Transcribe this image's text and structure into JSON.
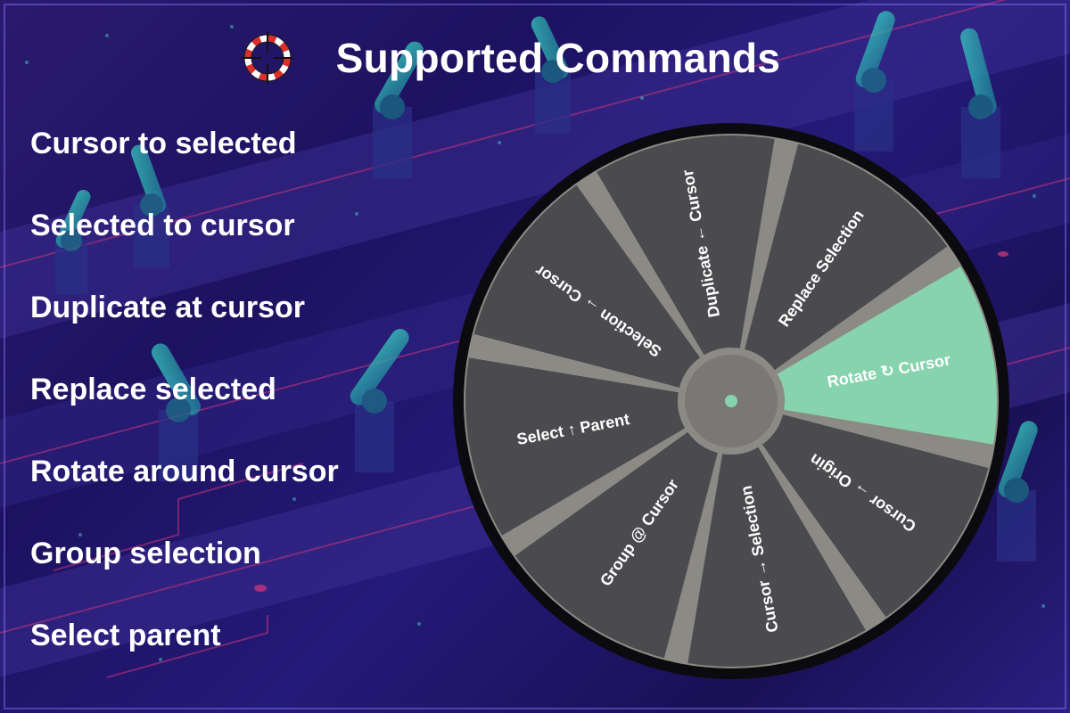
{
  "title": "Supported Commands",
  "logo_icon": "cursor-target-icon",
  "commands": [
    "Cursor to selected",
    "Selected to cursor",
    "Duplicate at cursor",
    "Replace selected",
    "Rotate around cursor",
    "Group selection",
    "Select parent"
  ],
  "pie_menu": {
    "items": [
      {
        "label": "Selection → Cursor",
        "selected": false
      },
      {
        "label": "Duplicate ← Cursor",
        "selected": false
      },
      {
        "label": "Replace Selection",
        "selected": false
      },
      {
        "label": "Rotate ↻ Cursor",
        "selected": true
      },
      {
        "label": "Cursor → Origin",
        "selected": false
      },
      {
        "label": "Cursor → Selection",
        "selected": false
      },
      {
        "label": "Group @ Cursor",
        "selected": false
      },
      {
        "label": "Select ↑ Parent",
        "selected": false
      }
    ],
    "colors": {
      "slice": "#4b4b4f",
      "gap": "#8c8a84",
      "highlight": "#86d3ad",
      "rim": "#0b0b0f",
      "center": "#7a7874",
      "center_dot": "#86d3ad"
    }
  },
  "colors": {
    "accent_teal": "#2bb3a6",
    "accent_pink": "#c2347a",
    "text": "#ffffff"
  }
}
